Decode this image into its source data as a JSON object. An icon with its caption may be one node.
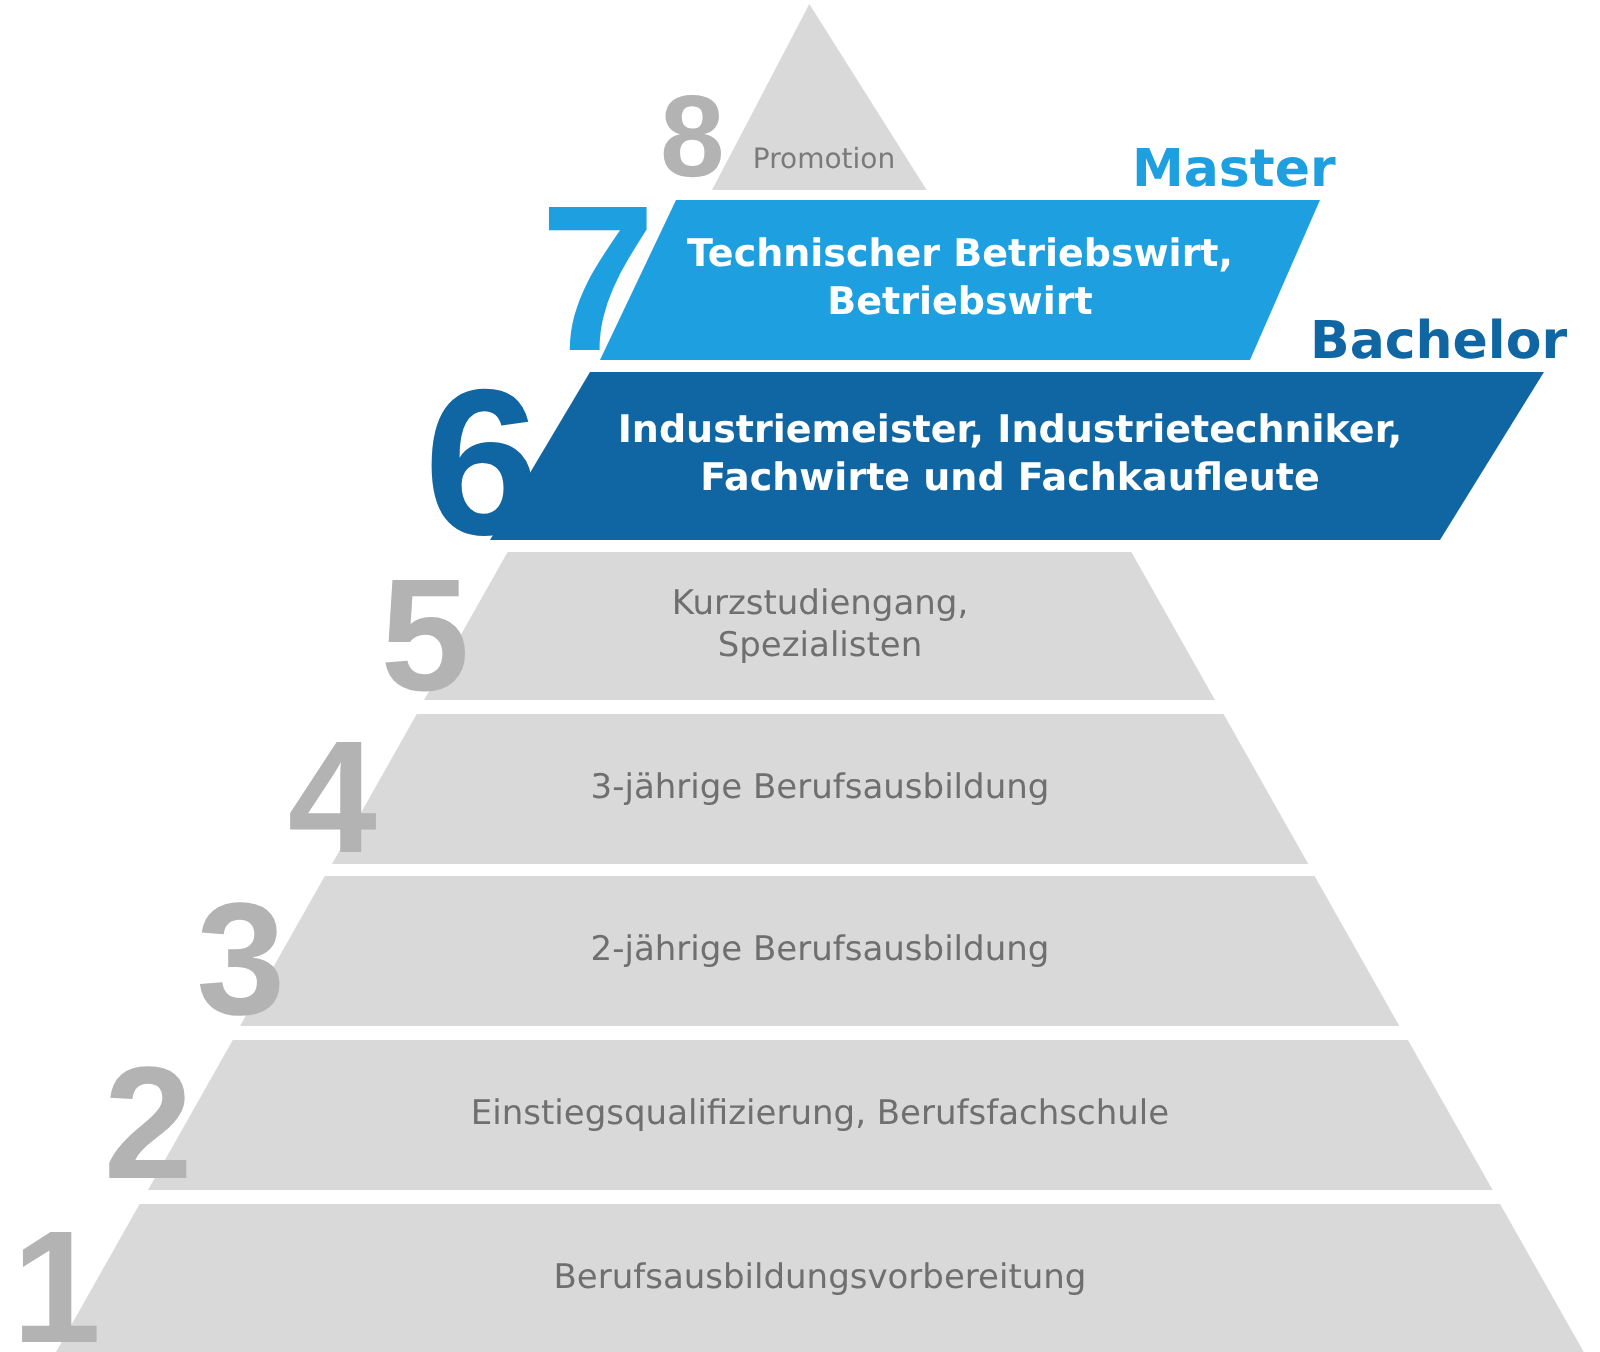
{
  "diagram": {
    "nodes": [
      {
        "text": [
          "Promotion"
        ],
        "beside": [
          "8"
        ]
      },
      {
        "text": [
          "Technischer Betriebswirt, Betriebswirt"
        ],
        "beside": [
          "7",
          "Master"
        ]
      },
      {
        "text": [
          "Industriemeister, Industrietechniker, Fachwirte und Fachkaufleute"
        ],
        "beside": [
          "6",
          "Bachelor"
        ]
      },
      {
        "text": [
          "Kurzstudiengang, Spezialisten"
        ],
        "beside": [
          "5"
        ]
      },
      {
        "text": [
          "3-jährige Berufsausbildung"
        ],
        "beside": [
          "4"
        ]
      },
      {
        "text": [
          "2-jährige Berufsausbildung"
        ],
        "beside": [
          "3"
        ]
      },
      {
        "text": [
          "Einstiegsqualifizierung, Berufsfachschule"
        ],
        "beside": [
          "2"
        ]
      },
      {
        "text": [
          "Berufsausbildungsvorbereitung"
        ],
        "beside": [
          "1"
        ]
      }
    ],
    "edges": []
  }
}
